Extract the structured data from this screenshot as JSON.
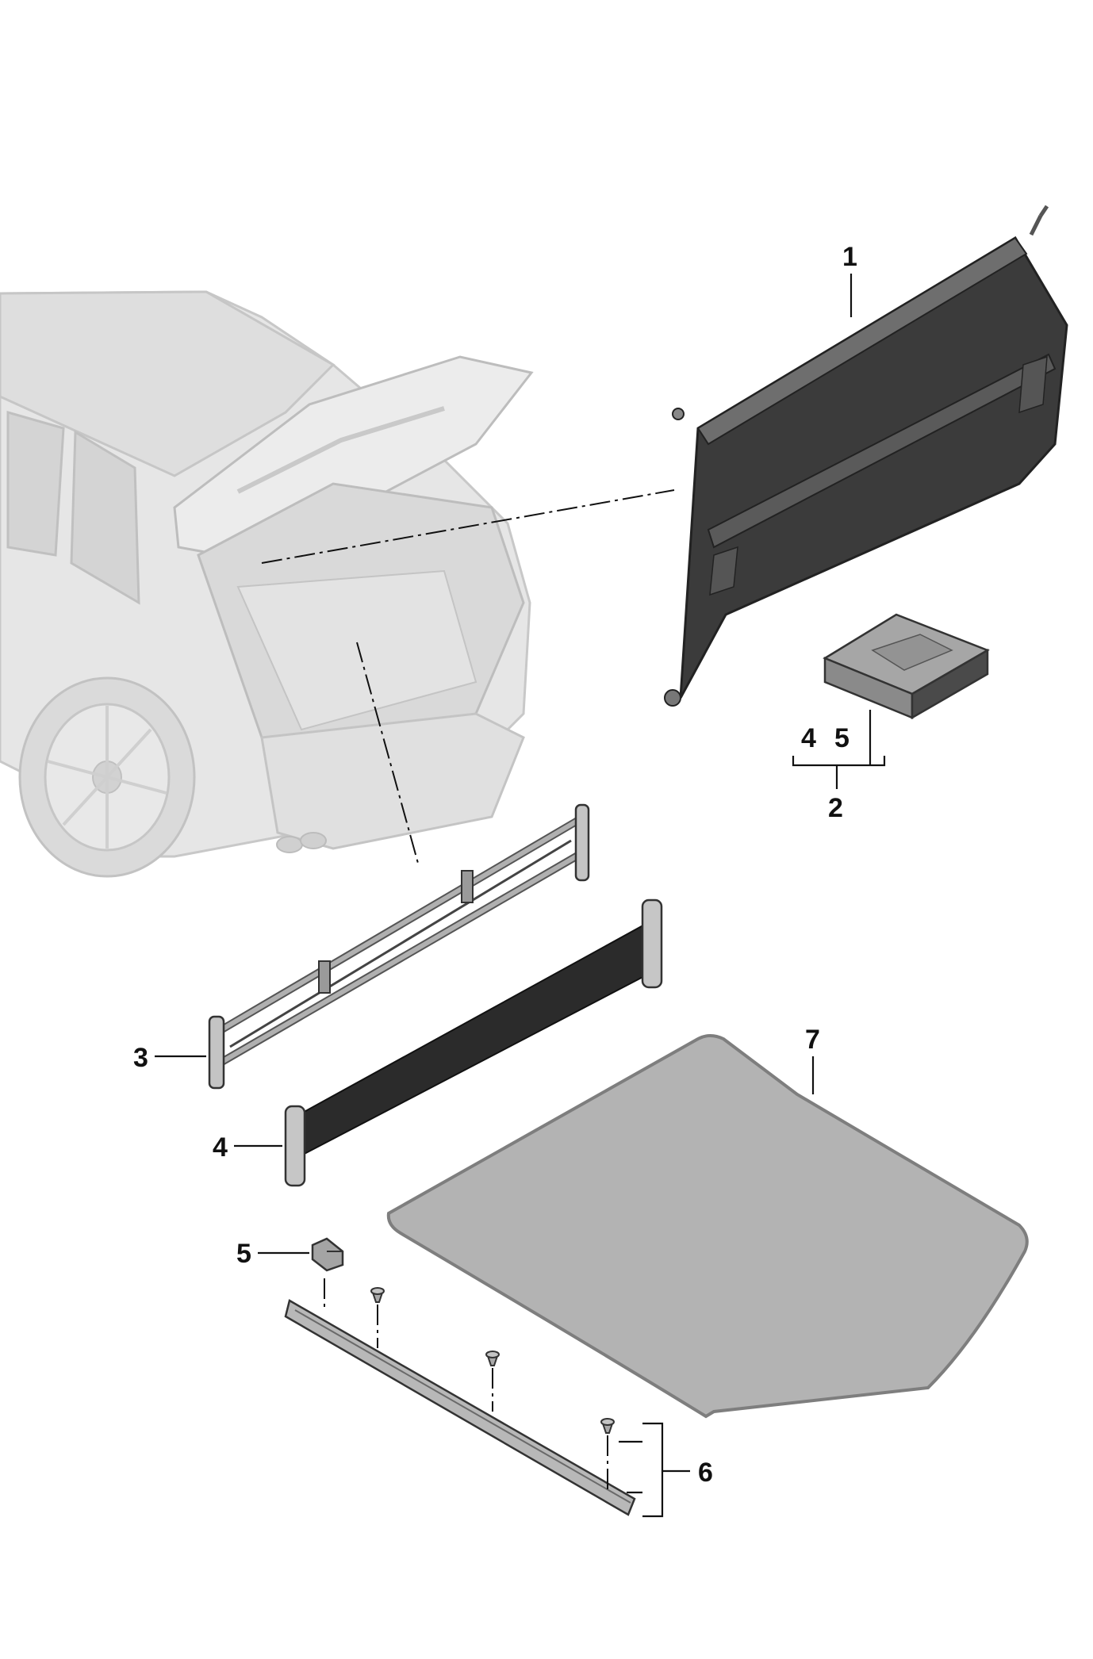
{
  "callouts": {
    "c1": "1",
    "c2": "2",
    "c2_sub_a": "4",
    "c2_sub_b": "5",
    "c3": "3",
    "c4": "4",
    "c5": "5",
    "c6": "6",
    "c7": "7"
  },
  "colors": {
    "car_fill": "#e4e4e4",
    "car_stroke": "#c6c6c6",
    "cover_dark": "#3c3c3c",
    "cover_light": "#6a6a6a",
    "mat_fill": "#b2b2b2",
    "mat_edge": "#8a8a8a",
    "net_mesh": "#2a2a2a",
    "metal": "#a8a8a8",
    "ink": "#111111"
  },
  "icons": {
    "vehicle": "suv-rear-open-tailgate-icon",
    "luggage_cover": "luggage-compartment-cover-icon",
    "storage_box": "storage-box-icon",
    "partition_frame": "partition-net-frame-icon",
    "partition_net": "partition-net-icon",
    "clip": "mounting-clip-icon",
    "rail": "mounting-rail-icon",
    "mat": "boot-mat-icon"
  }
}
